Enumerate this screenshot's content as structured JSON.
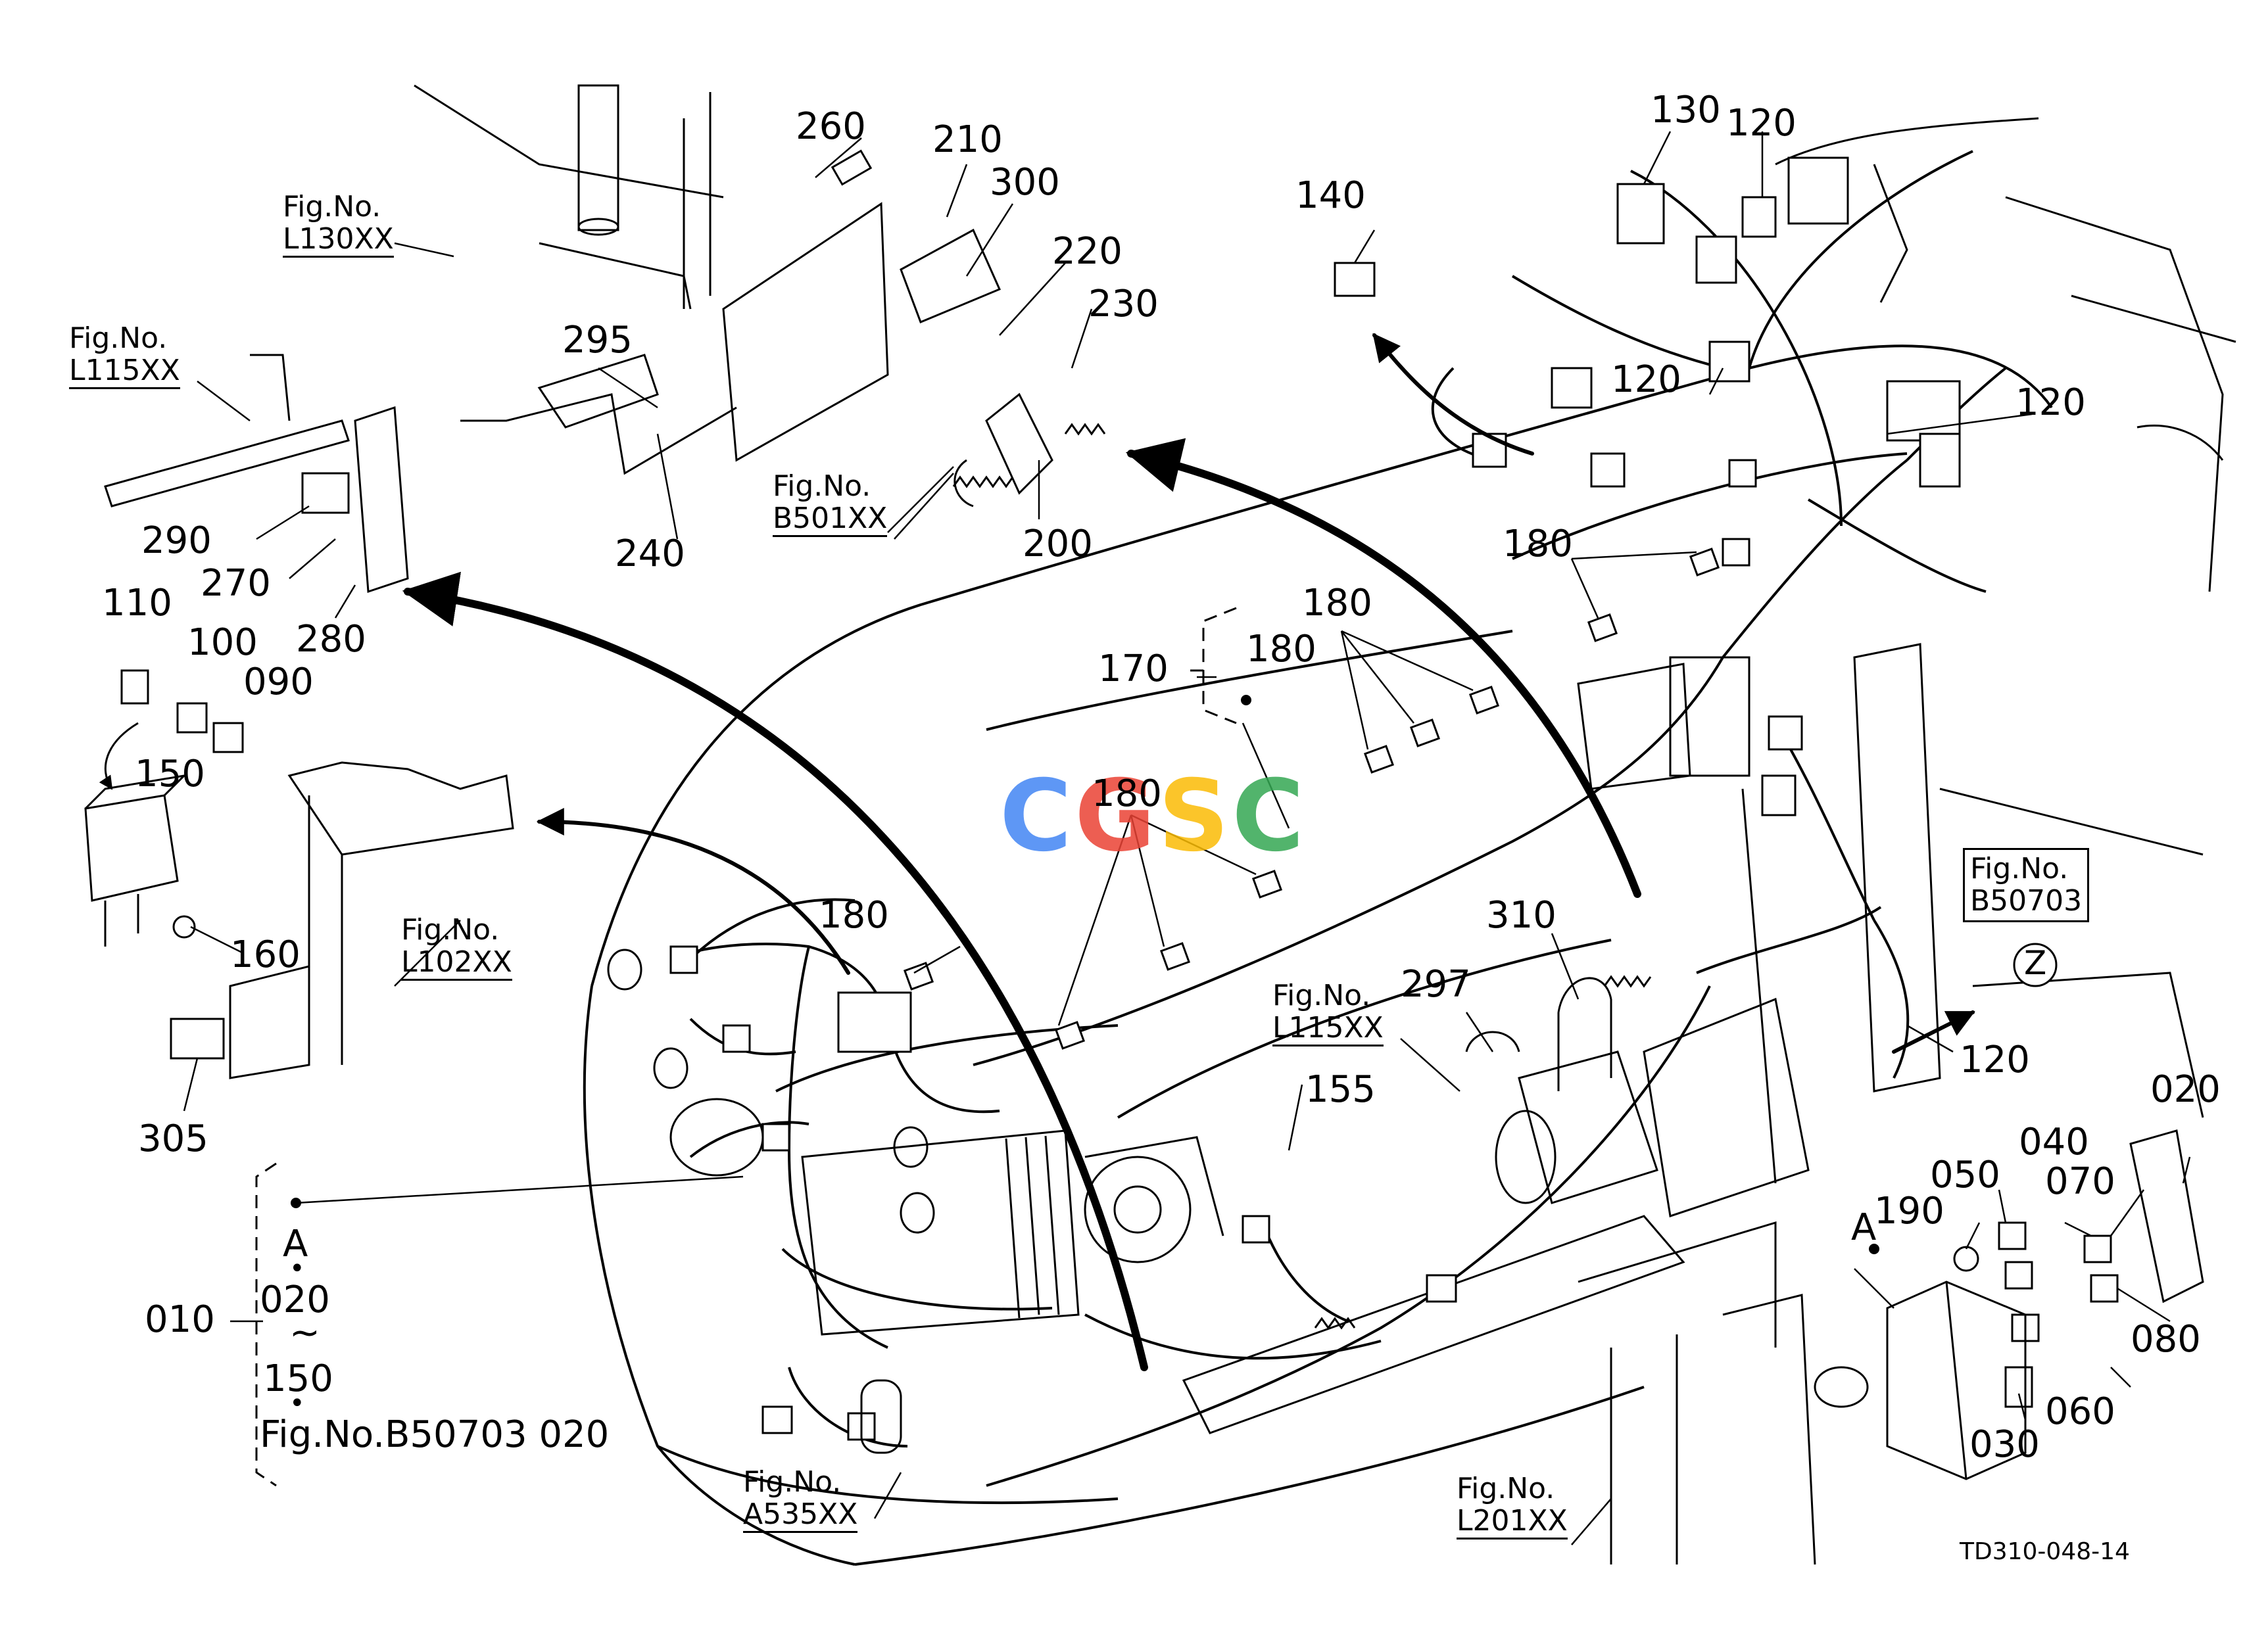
{
  "figure_code": "TD310-048-14",
  "watermark": {
    "letters": [
      "C",
      "G",
      "S",
      "C"
    ],
    "colors": [
      "#4285F4",
      "#EA4335",
      "#FBBC05",
      "#34A853"
    ]
  },
  "callouts": [
    "260",
    "210",
    "300",
    "220",
    "230",
    "295",
    "240",
    "200",
    "290",
    "270",
    "280",
    "110",
    "100",
    "090",
    "150",
    "160",
    "305",
    "140",
    "130",
    "120",
    "120",
    "120",
    "120",
    "120",
    "180",
    "180",
    "180",
    "180",
    "180",
    "170",
    "310",
    "297",
    "155",
    "020",
    "040",
    "050",
    "070",
    "190",
    "080",
    "060",
    "030",
    "010"
  ],
  "figure_refs": {
    "l130": {
      "line1": "Fig.No.",
      "line2": "L130XX"
    },
    "l115_left": {
      "line1": "Fig.No.",
      "line2": "L115XX"
    },
    "b501": {
      "line1": "Fig.No.",
      "line2": "B501XX"
    },
    "l102": {
      "line1": "Fig.No.",
      "line2": "L102XX"
    },
    "l115_mid": {
      "line1": "Fig.No.",
      "line2": "L115XX"
    },
    "b50703": {
      "line1": "Fig.No.",
      "line2": "B50703"
    },
    "a535": {
      "line1": "Fig.No.",
      "line2": "A535XX"
    },
    "l201": {
      "line1": "Fig.No.",
      "line2": "L201XX"
    }
  },
  "zone_marker": "Z",
  "view_marker_a": "A",
  "group_list": {
    "a": "A",
    "dot": "•",
    "from": "020",
    "tilde": "~",
    "to": "150",
    "dot2": "•",
    "note": "Fig.No.B50703  020"
  }
}
